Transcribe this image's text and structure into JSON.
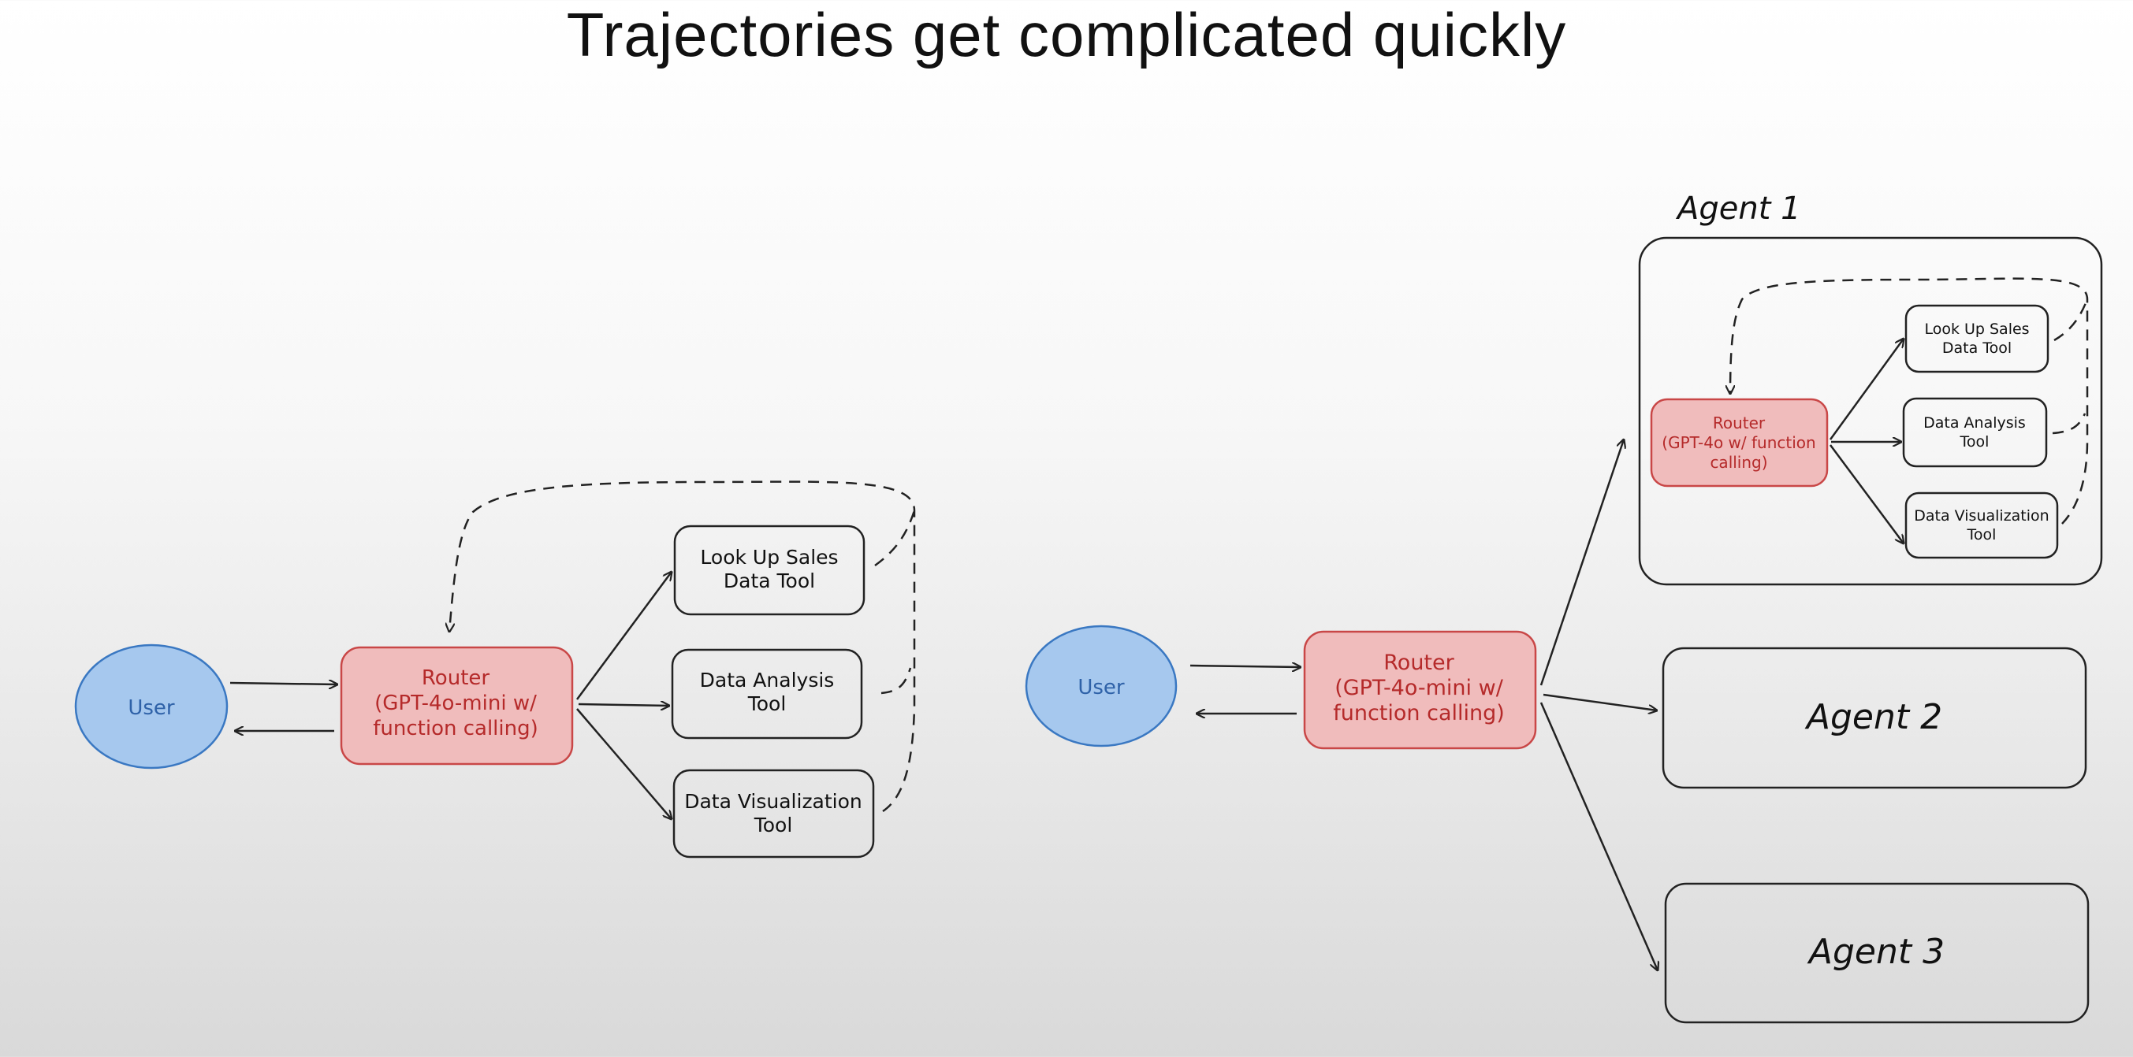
{
  "title": "Trajectories get complicated quickly",
  "left_diagram": {
    "user": "User",
    "router": [
      "Router",
      "(GPT-4o-mini w/",
      "function calling)"
    ],
    "tools": [
      [
        "Look Up Sales",
        "Data Tool"
      ],
      [
        "Data Analysis",
        "Tool"
      ],
      [
        "Data Visualization",
        "Tool"
      ]
    ]
  },
  "right_diagram": {
    "user": "User",
    "router": [
      "Router",
      "(GPT-4o-mini w/",
      "function calling)"
    ],
    "agent1": {
      "label": "Agent 1",
      "router": [
        "Router",
        "(GPT-4o w/ function",
        "calling)"
      ],
      "tools": [
        [
          "Look Up Sales",
          "Data Tool"
        ],
        [
          "Data Analysis",
          "Tool"
        ],
        [
          "Data Visualization",
          "Tool"
        ]
      ]
    },
    "agent2": "Agent 2",
    "agent3": "Agent 3"
  },
  "colors": {
    "user_fill": "#a6c8ee",
    "user_text": "#2f62a8",
    "router_fill": "#f0bcbc",
    "router_text": "#b52a2a"
  }
}
